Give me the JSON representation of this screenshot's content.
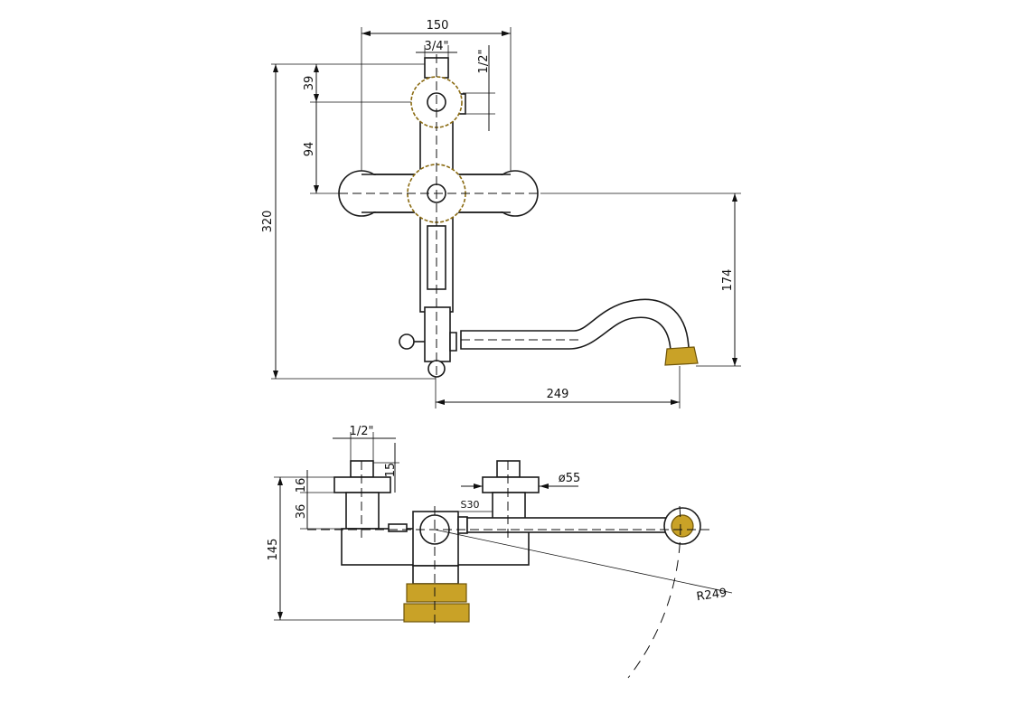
{
  "drawing": {
    "colors": {
      "line": "#111111",
      "brass": "#c9a227",
      "brass_stroke": "#8a6a10"
    },
    "front_view": {
      "dim_width": "150",
      "dim_inlet_thread": "3/4\"",
      "dim_outlet_thread": "1/2\"",
      "dim_top": "39",
      "dim_mid": "94",
      "dim_height": "320",
      "dim_spout_drop": "174",
      "dim_spout_reach": "249"
    },
    "top_view": {
      "dim_thread": "1/2\"",
      "dim_16": "16",
      "dim_15": "15",
      "dim_36": "36",
      "dim_depth": "145",
      "dim_diameter": "ø55",
      "dim_wrench": "S30",
      "dim_radius": "R249"
    }
  }
}
